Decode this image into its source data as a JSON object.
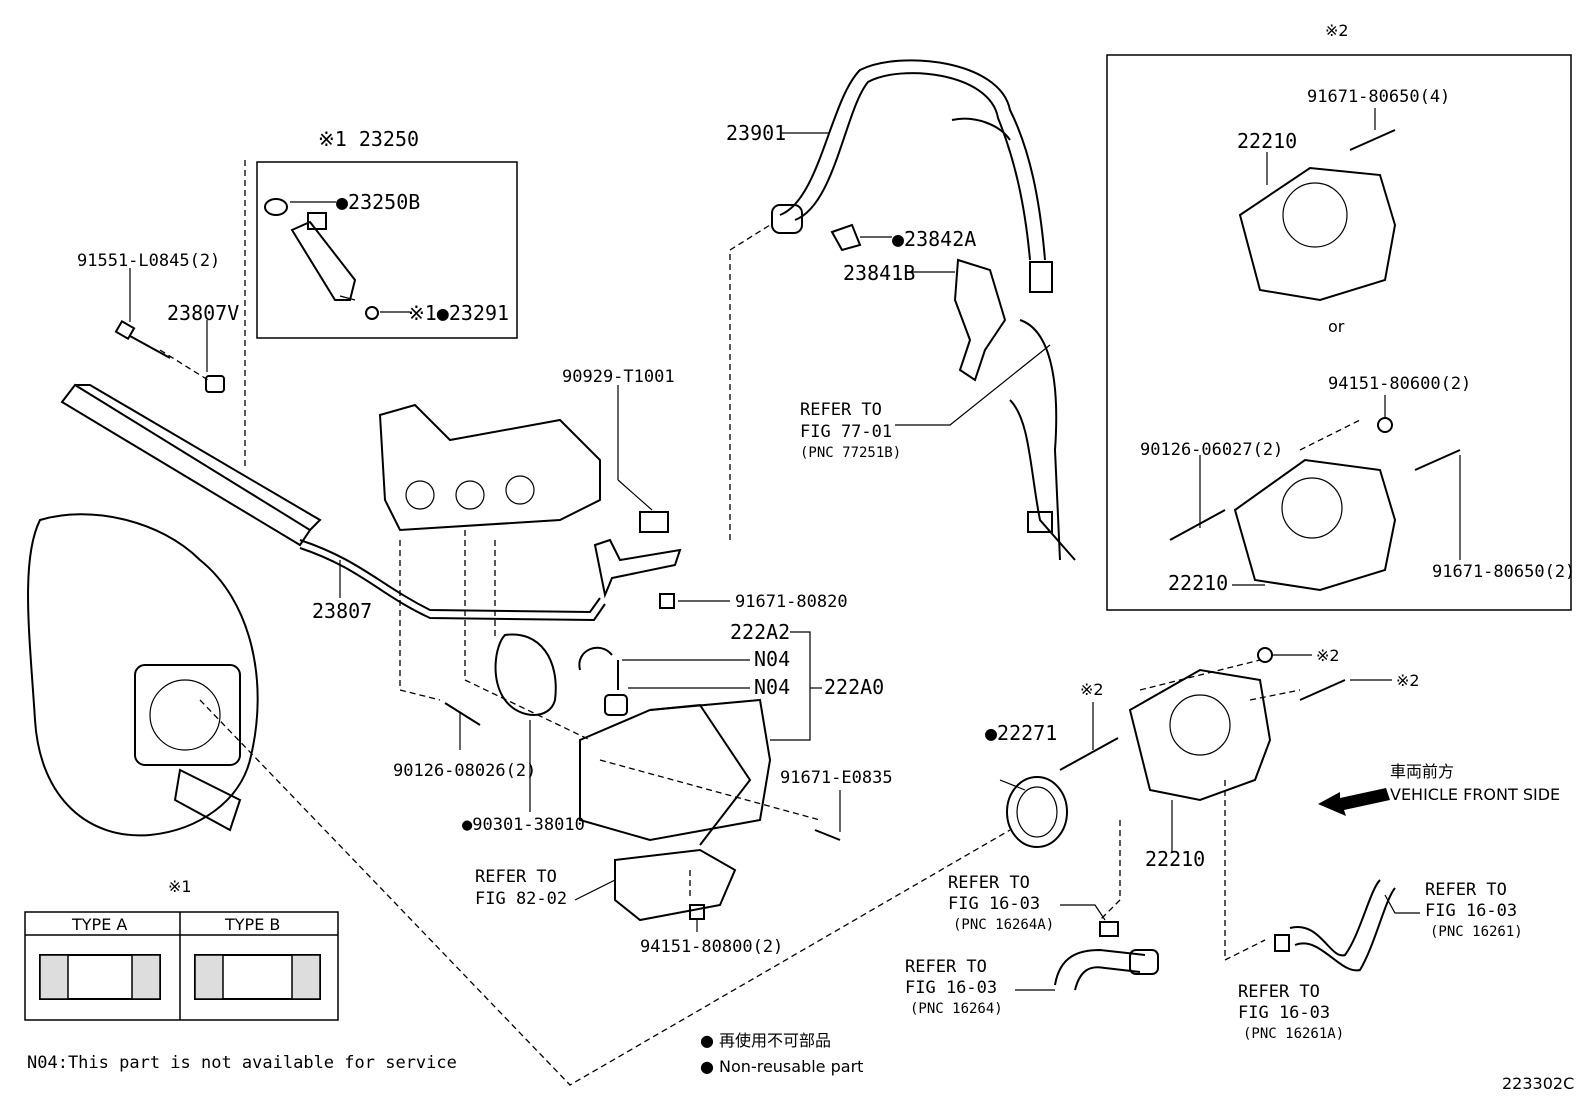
{
  "labels": {
    "p23250": "※1 23250",
    "p23250B": "●23250B",
    "p23291": "※1●23291",
    "p91551": "91551-L0845(2)",
    "p23807V": "23807V",
    "p23807": "23807",
    "p23901": "23901",
    "p23842A": "●23842A",
    "p23841B": "23841B",
    "ref7701a": "REFER TO",
    "ref7701b": "FIG 77-01",
    "ref7701c": "(PNC 77251B)",
    "p90929": "90929-T1001",
    "p91671_80820": "91671-80820",
    "p222A2": "222A2",
    "pN04a": "N04",
    "pN04b": "N04",
    "p222A0": "222A0",
    "p90126_08026": "90126-08026(2)",
    "p90301": "●90301-38010",
    "p91671_E0835": "91671-E0835",
    "ref8202a": "REFER TO",
    "ref8202b": "FIG 82-02",
    "p94151_80800": "94151-80800(2)",
    "p22271": "●22271",
    "mark2a": "※2",
    "mark2b": "※2",
    "mark2c": "※2",
    "p22210_main": "22210",
    "refA1": "REFER TO",
    "refA2": "FIG 16-03",
    "refA3": "(PNC 16264A)",
    "refB1": "REFER TO",
    "refB2": "FIG 16-03",
    "refB3": "(PNC 16264)",
    "refC1": "REFER TO",
    "refC2": "FIG 16-03",
    "refC3": "(PNC 16261)",
    "refD1": "REFER TO",
    "refD2": "FIG 16-03",
    "refD3": "(PNC 16261A)",
    "front_jp": "車両前方",
    "front_en": "VEHICLE FRONT SIDE",
    "box_mark": "※2",
    "box_91671_4": "91671-80650(4)",
    "box_22210_top": "22210",
    "box_or": "or",
    "box_94151": "94151-80600(2)",
    "box_90126": "90126-06027(2)",
    "box_91671_2": "91671-80650(2)",
    "box_22210_bot": "22210",
    "type_mark": "※1",
    "type_a": "TYPE A",
    "type_b": "TYPE B",
    "n04_note": "N04:This part is not available for service",
    "legend_jp": "● 再使用不可部品",
    "legend_en": "● Non-reusable part",
    "diagram_id": "223302C"
  }
}
